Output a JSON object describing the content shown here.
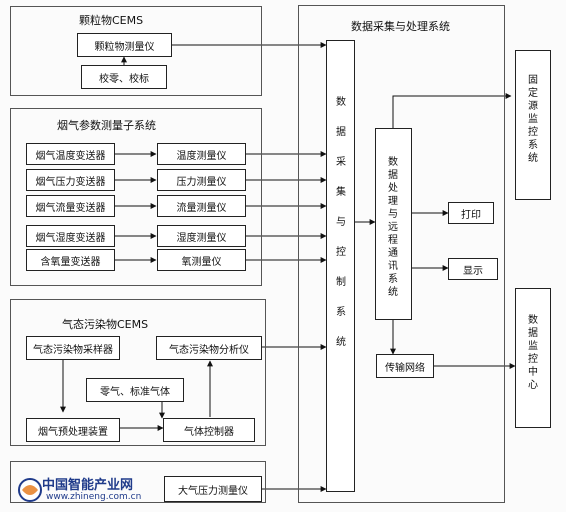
{
  "particulate": {
    "title": "颗粒物CEMS",
    "meter": "颗粒物测量仪",
    "calib": "校零、校标"
  },
  "flue": {
    "title": "烟气参数测量子系统",
    "rows": [
      {
        "tx": "烟气温度变送器",
        "meter": "温度测量仪"
      },
      {
        "tx": "烟气压力变送器",
        "meter": "压力测量仪"
      },
      {
        "tx": "烟气流量变送器",
        "meter": "流量测量仪"
      },
      {
        "tx": "烟气湿度变送器",
        "meter": "湿度测量仪"
      },
      {
        "tx": "含氧量变送器",
        "meter": "氧测量仪"
      }
    ]
  },
  "gas": {
    "title": "气态污染物CEMS",
    "sampler": "气态污染物采样器",
    "analyzer": "气态污染物分析仪",
    "zero_gas": "零气、标准气体",
    "pretreat": "烟气预处理装置",
    "controller": "气体控制器"
  },
  "pressure": {
    "meter": "大气压力测量仪"
  },
  "dacs": {
    "title": "数据采集与处理系统",
    "collect_ctrl": "数据采集与控制系统",
    "proc_comm": "数据处理与远程通讯系统",
    "print": "打印",
    "display": "显示",
    "network": "传输网络"
  },
  "fixed_monitor": "固定源监控系统",
  "data_center": "数据监控中心",
  "watermark": {
    "name": "中国智能产业网",
    "url": "www.zhineng.com.cn"
  }
}
